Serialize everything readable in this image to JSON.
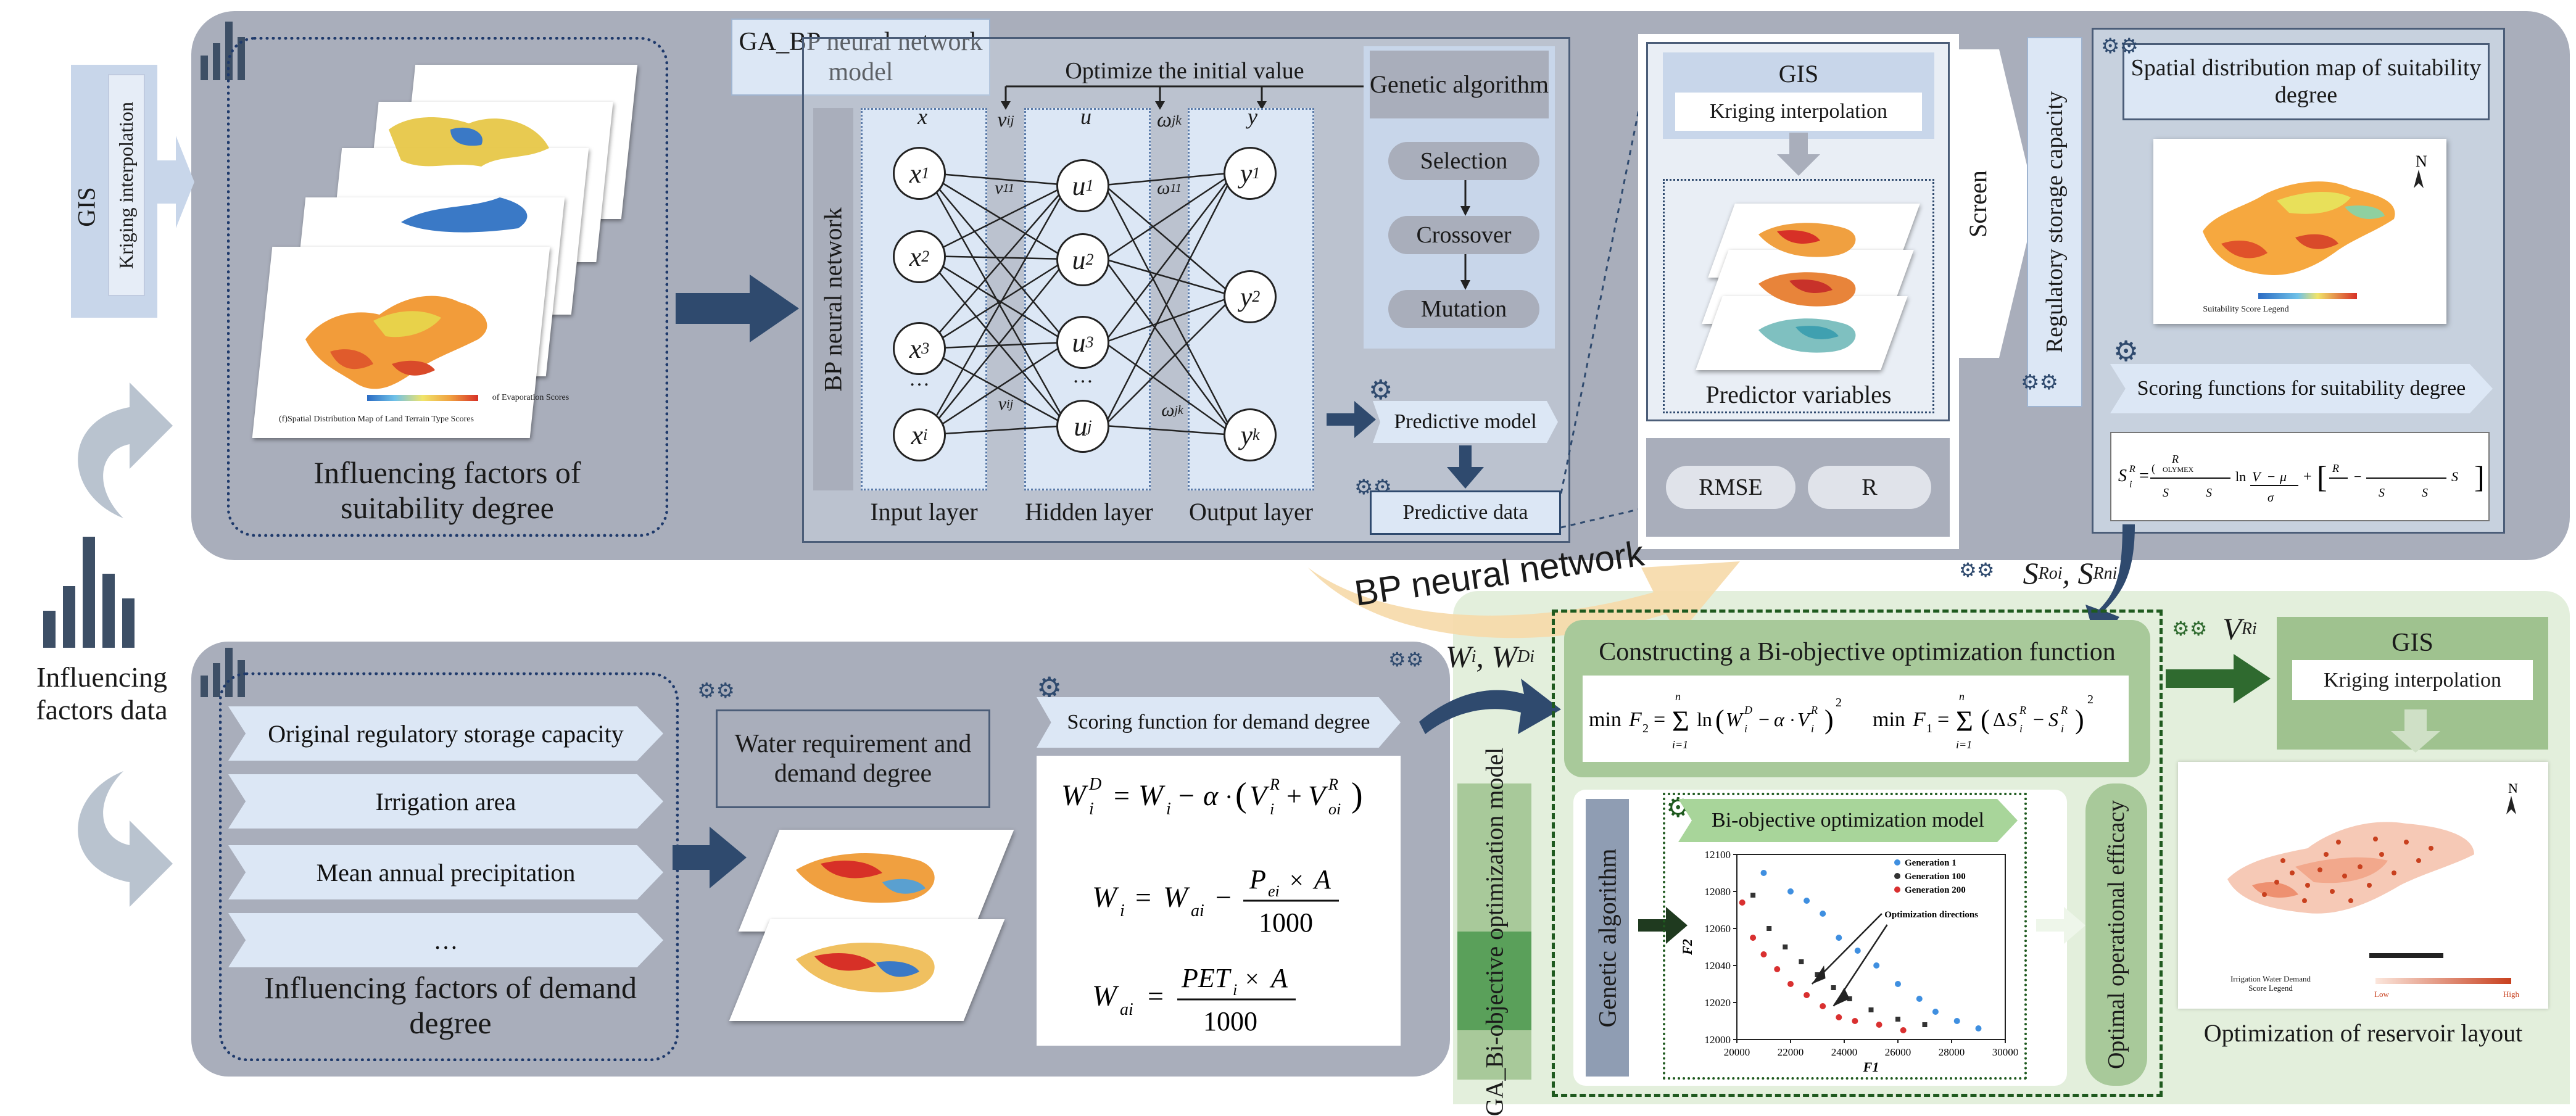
{
  "left": {
    "gis_label": "GIS",
    "kriging_label": "Kriging interpolation",
    "influencing_data": "Influencing factors data"
  },
  "top": {
    "suitability_caption": "Influencing factors of suitability degree",
    "map_caption_1": "(f)Spatial Distribution Map of Land Terrain Type Scores",
    "map_caption_2": "of Evaporation Scores",
    "ga_bp_title": "GA_BP neural network model",
    "optimize_label": "Optimize the initial value",
    "bp_vertical": "BP neural network",
    "layer_input": "Input layer",
    "layer_hidden": "Hidden layer",
    "layer_output": "Output layer",
    "col_x": "x",
    "col_u": "u",
    "col_y": "y",
    "genetic_title": "Genetic algorithm",
    "selection": "Selection",
    "crossover": "Crossover",
    "mutation": "Mutation",
    "predictive_model": "Predictive model",
    "predictive_data": "Predictive data",
    "gis2": "GIS",
    "kriging2": "Kriging interpolation",
    "predictor_variables": "Predictor variables",
    "rmse": "RMSE",
    "r": "R",
    "screen": "Screen",
    "regulatory_capacity": "Regulatory storage capacity",
    "spatial_map_title": "Spatial distribution map of suitability degree",
    "legend_label": "Suitability Score Legend",
    "scoring_suitability": "Scoring functions for suitability degree",
    "bp_banner": "BP neural network"
  },
  "bottom": {
    "factors": [
      "Original regulatory storage capacity",
      "Irrigation area",
      "Mean annual precipitation",
      "…"
    ],
    "demand_caption": "Influencing factors of demand degree",
    "water_requirement": "Water requirement and demand degree",
    "scoring_demand": "Scoring function for demand degree",
    "constructing": "Constructing a Bi-objective optimization function",
    "ga_biobj_vertical": "GA_Bi-objective optimization model",
    "genetic_vertical": "Genetic algorithm",
    "biobj_model": "Bi-objective optimization model",
    "optimal_efficacy": "Optimal operational efficacy",
    "gis3": "GIS",
    "kriging3": "Kriging interpolation",
    "reservoir_caption": "Optimization of reservoir layout",
    "irrigation_legend": "Irrigation Water Demand Score Legend",
    "low": "Low",
    "high": "High"
  },
  "chart_data": {
    "type": "scatter",
    "title": "",
    "xlabel": "F1",
    "ylabel": "F2",
    "xlim": [
      20000,
      30000
    ],
    "ylim": [
      12000,
      12100
    ],
    "x_ticks": [
      "20000",
      "22000",
      "24000",
      "26000",
      "28000",
      "30000"
    ],
    "y_ticks": [
      "12000",
      "12020",
      "12040",
      "12060",
      "12080",
      "12100"
    ],
    "annotation": "Optimization directions",
    "series": [
      {
        "name": "Generation 1",
        "color": "#3f8fe0",
        "points": [
          [
            21000,
            12090
          ],
          [
            22000,
            12080
          ],
          [
            22600,
            12075
          ],
          [
            23200,
            12068
          ],
          [
            23800,
            12055
          ],
          [
            24500,
            12048
          ],
          [
            25200,
            12040
          ],
          [
            26000,
            12030
          ],
          [
            26800,
            12022
          ],
          [
            27400,
            12015
          ],
          [
            28200,
            12010
          ],
          [
            29000,
            12006
          ]
        ]
      },
      {
        "name": "Generation 100",
        "color": "#333333",
        "points": [
          [
            20600,
            12078
          ],
          [
            21200,
            12060
          ],
          [
            21800,
            12050
          ],
          [
            22400,
            12042
          ],
          [
            23000,
            12035
          ],
          [
            23600,
            12028
          ],
          [
            24200,
            12022
          ],
          [
            25000,
            12016
          ],
          [
            26000,
            12011
          ],
          [
            27000,
            12008
          ]
        ]
      },
      {
        "name": "Generation 200",
        "color": "#d93030",
        "points": [
          [
            20200,
            12074
          ],
          [
            20600,
            12055
          ],
          [
            21000,
            12046
          ],
          [
            21500,
            12038
          ],
          [
            22000,
            12030
          ],
          [
            22600,
            12024
          ],
          [
            23200,
            12018
          ],
          [
            23800,
            12012
          ],
          [
            24400,
            12010
          ],
          [
            25300,
            12008
          ],
          [
            26200,
            12005
          ]
        ]
      }
    ]
  }
}
